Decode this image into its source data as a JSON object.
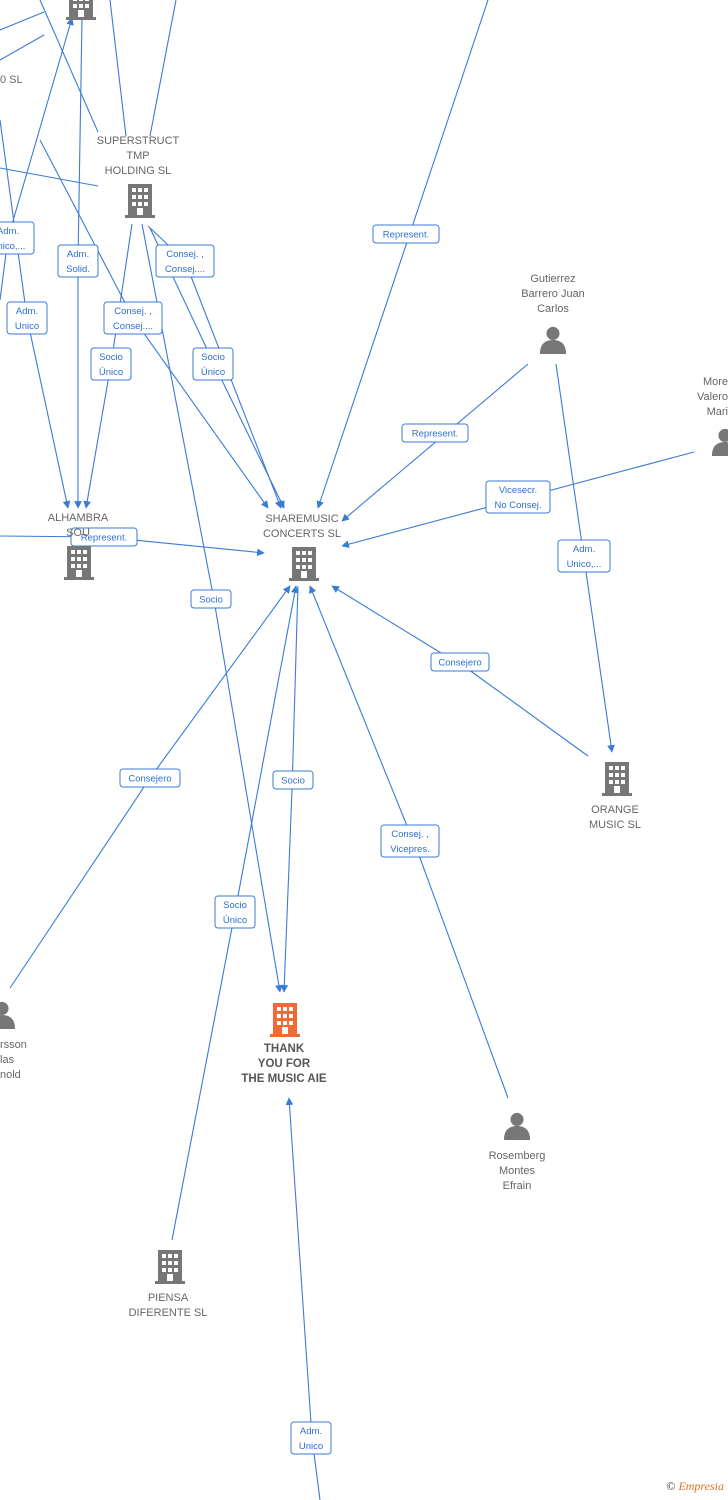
{
  "nodes": [
    {
      "id": "sharemusic",
      "kind": "company",
      "label": [
        "SHAREMUSIC",
        "CONCERTS SL"
      ]
    },
    {
      "id": "thankyou",
      "kind": "company-main",
      "label": [
        "THANK",
        "YOU FOR",
        "THE MUSIC AIE"
      ]
    },
    {
      "id": "superstruct",
      "kind": "company",
      "label": [
        "SUPERSTRUCT",
        "TMP",
        "HOLDING SL"
      ]
    },
    {
      "id": "alhambra",
      "kind": "company",
      "label": [
        "ALHAMBRA",
        "SOU"
      ]
    },
    {
      "id": "orange",
      "kind": "company",
      "label": [
        "ORANGE",
        "MUSIC SL"
      ]
    },
    {
      "id": "piensa",
      "kind": "company",
      "label": [
        "PIENSA",
        "DIFERENTE SL"
      ]
    },
    {
      "id": "topco",
      "kind": "company",
      "label": []
    },
    {
      "id": "sl_partial",
      "kind": "none",
      "label": [
        "0 SL"
      ]
    },
    {
      "id": "gutierrez",
      "kind": "person",
      "label": [
        "Gutierrez",
        "Barrero Juan",
        "Carlos"
      ]
    },
    {
      "id": "moreno",
      "kind": "person",
      "label": [
        "More",
        "Valero",
        "Mari"
      ]
    },
    {
      "id": "rosemberg",
      "kind": "person",
      "label": [
        "Rosemberg",
        "Montes",
        "Efrain"
      ]
    },
    {
      "id": "karlsson",
      "kind": "person",
      "label": [
        "rsson",
        "las",
        "nold"
      ]
    }
  ],
  "edges": [
    {
      "label": [
        "Represent."
      ]
    },
    {
      "label": [
        "Represent."
      ]
    },
    {
      "label": [
        "Vicesecr.",
        "No Consej."
      ]
    },
    {
      "label": [
        "Adm.",
        "Unico,..."
      ]
    },
    {
      "label": [
        "Consejero"
      ]
    },
    {
      "label": [
        "Consej. ,",
        "Vicepres."
      ]
    },
    {
      "label": [
        "Socio"
      ]
    },
    {
      "label": [
        "Consejero"
      ]
    },
    {
      "label": [
        "Socio",
        "Único"
      ]
    },
    {
      "label": [
        "Adm.",
        "Unico"
      ]
    },
    {
      "label": [
        "Socio"
      ]
    },
    {
      "label": [
        "Consej. ,",
        "Consej...."
      ]
    },
    {
      "label": [
        "Socio",
        "Único"
      ]
    },
    {
      "label": [
        "Consej. ,",
        "Consej...."
      ]
    },
    {
      "label": [
        "Socio",
        "Único"
      ]
    },
    {
      "label": [
        "Adm.",
        "Solid."
      ]
    },
    {
      "label": [
        "Adm.",
        "Unico"
      ]
    },
    {
      "label": [
        "Adm.",
        "Unico,..."
      ]
    },
    {
      "label": [
        "Represent."
      ]
    },
    {
      "label": []
    },
    {
      "label": []
    },
    {
      "label": []
    },
    {
      "label": []
    },
    {
      "label": []
    },
    {
      "label": []
    }
  ],
  "footer": {
    "copyright": "©",
    "brand": "Empresia"
  },
  "colors": {
    "edge": "#3a7bd5",
    "company_icon": "#777777",
    "main_icon": "#f06a35",
    "person_icon": "#777777"
  }
}
